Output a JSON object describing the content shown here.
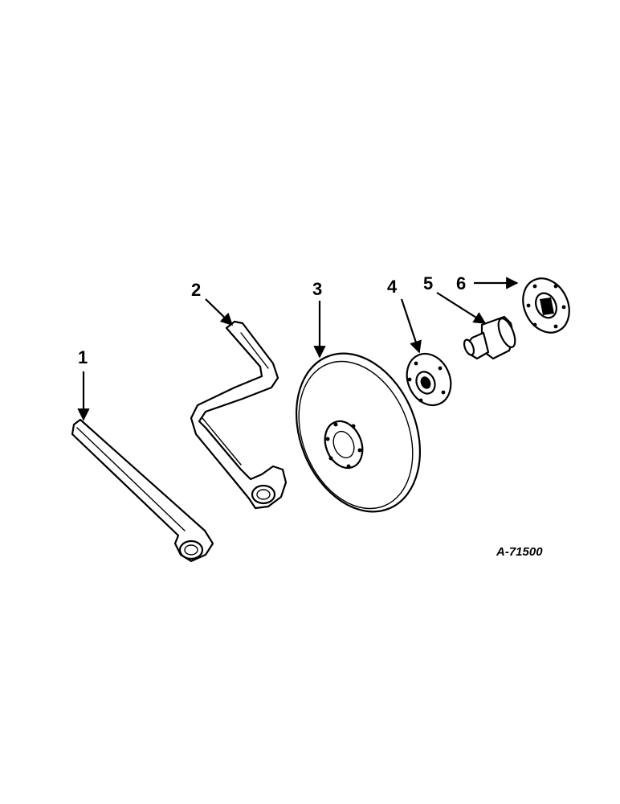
{
  "diagram": {
    "reference_code": "A-71500",
    "callouts": [
      {
        "id": "1",
        "label": "1"
      },
      {
        "id": "2",
        "label": "2"
      },
      {
        "id": "3",
        "label": "3"
      },
      {
        "id": "4",
        "label": "4"
      },
      {
        "id": "5",
        "label": "5"
      },
      {
        "id": "6",
        "label": "6"
      }
    ]
  },
  "colors": {
    "ink": "#000000",
    "paper": "#ffffff"
  }
}
